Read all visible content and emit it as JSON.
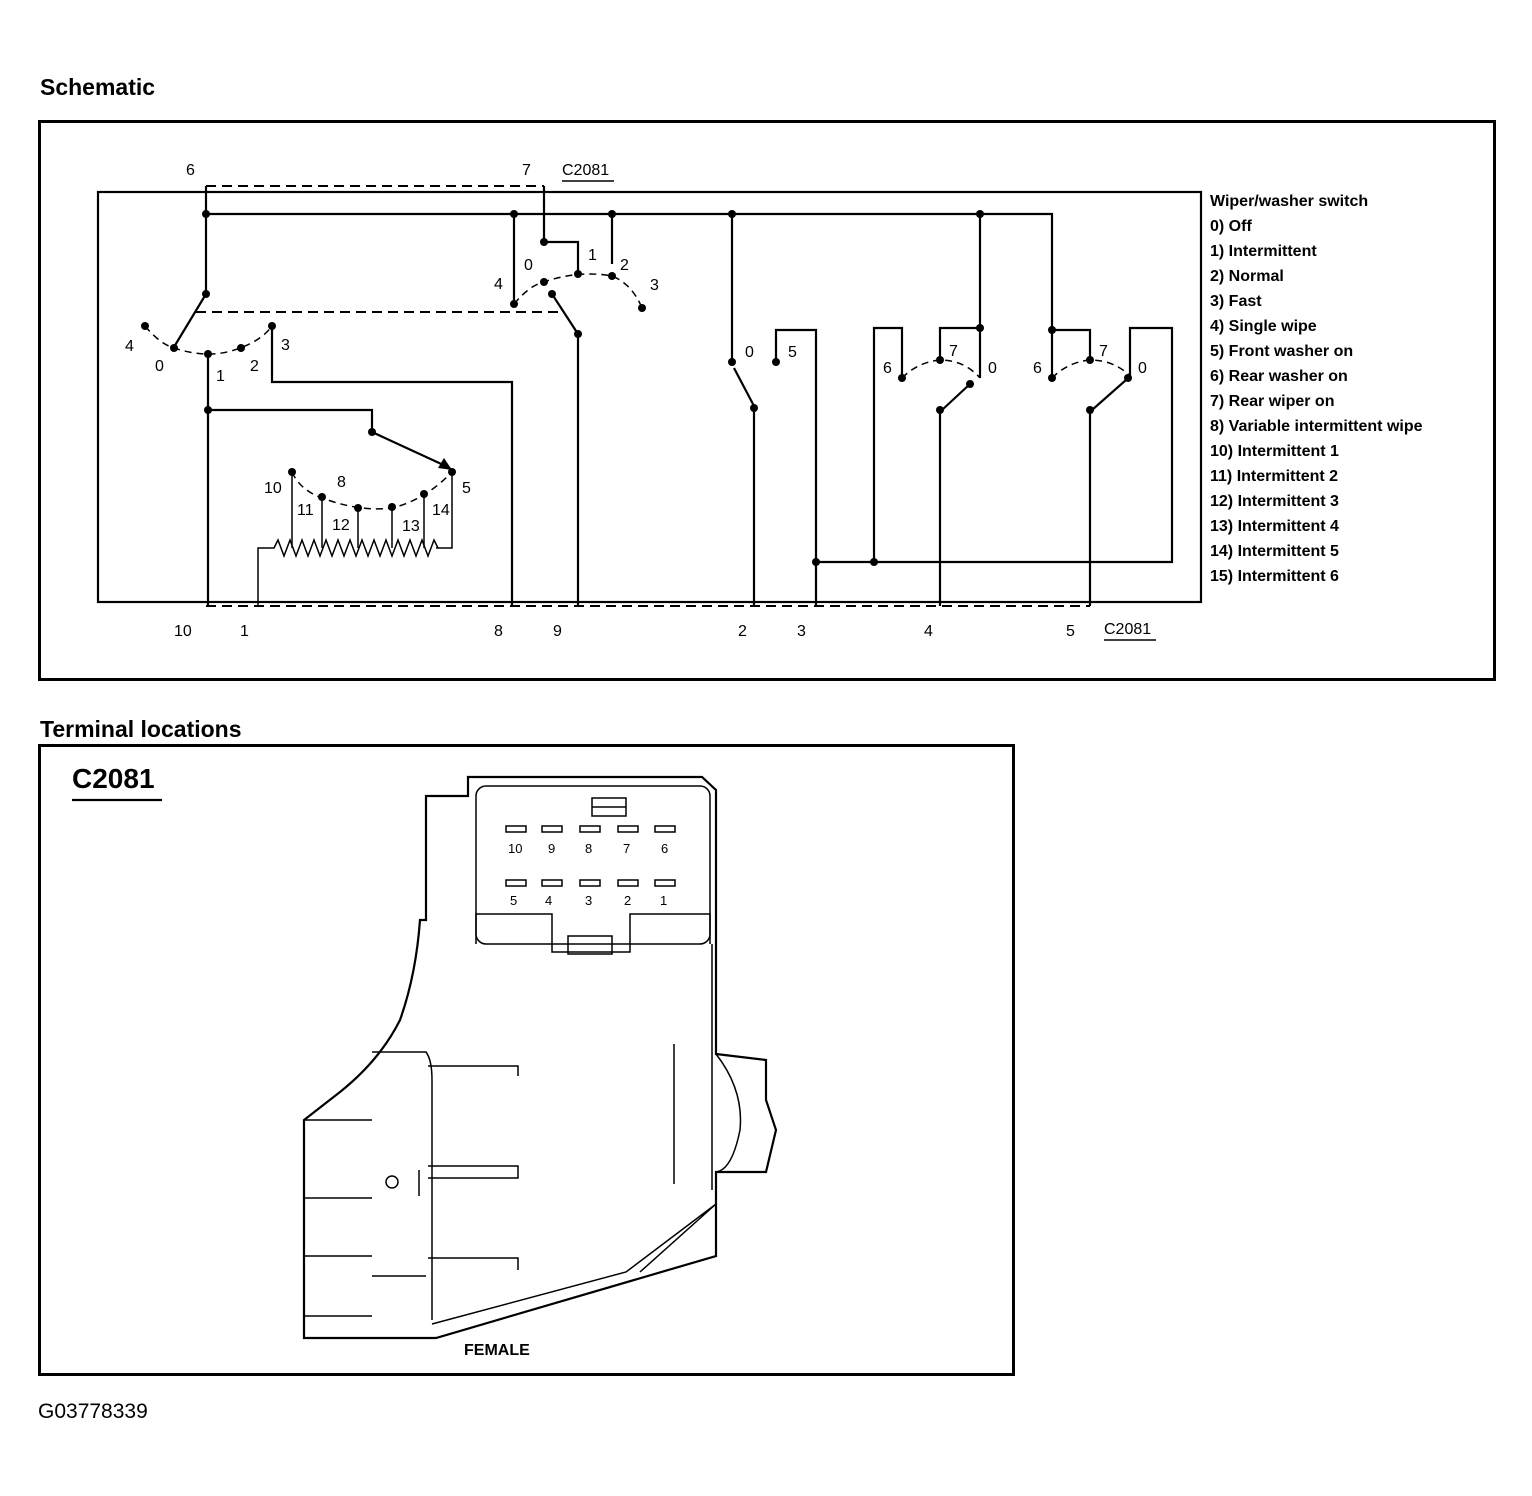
{
  "headings": {
    "schematic": "Schematic",
    "terminal_locations": "Terminal locations"
  },
  "connector_name": "C2081",
  "legend": {
    "title": "Wiper/washer switch",
    "items": [
      "0)   Off",
      "1)   Intermittent",
      "2)   Normal",
      "3)   Fast",
      "4)   Single wipe",
      "5)   Front washer on",
      "6)   Rear washer on",
      "7)   Rear wiper on",
      "8)   Variable intermittent wipe",
      "10) Intermittent 1",
      "11) Intermittent 2",
      "12) Intermittent 3",
      "13) Intermittent 4",
      "14) Intermittent 5",
      "15) Intermittent 6"
    ]
  },
  "schematic_labels": {
    "top_pins": [
      "6",
      "7"
    ],
    "bottom_pins": [
      "10",
      "1",
      "8",
      "9",
      "2",
      "3",
      "4",
      "5"
    ],
    "wiper_switch_positions": [
      "4",
      "0",
      "1",
      "2",
      "3"
    ],
    "upper_switch_positions": [
      "4",
      "0",
      "1",
      "2",
      "3"
    ],
    "interval_positions": [
      "10",
      "11",
      "12",
      "13",
      "14",
      "8",
      "5"
    ],
    "washer_switch_positions": [
      "0",
      "5"
    ],
    "rear_switch_a_positions": [
      "6",
      "7",
      "0"
    ],
    "rear_switch_b_positions": [
      "6",
      "7",
      "0"
    ]
  },
  "connector_pins": {
    "top_row": [
      "10",
      "9",
      "8",
      "7",
      "6"
    ],
    "bottom_row": [
      "5",
      "4",
      "3",
      "2",
      "1"
    ]
  },
  "gender_label": "FEMALE",
  "figure_id": "G03778339"
}
